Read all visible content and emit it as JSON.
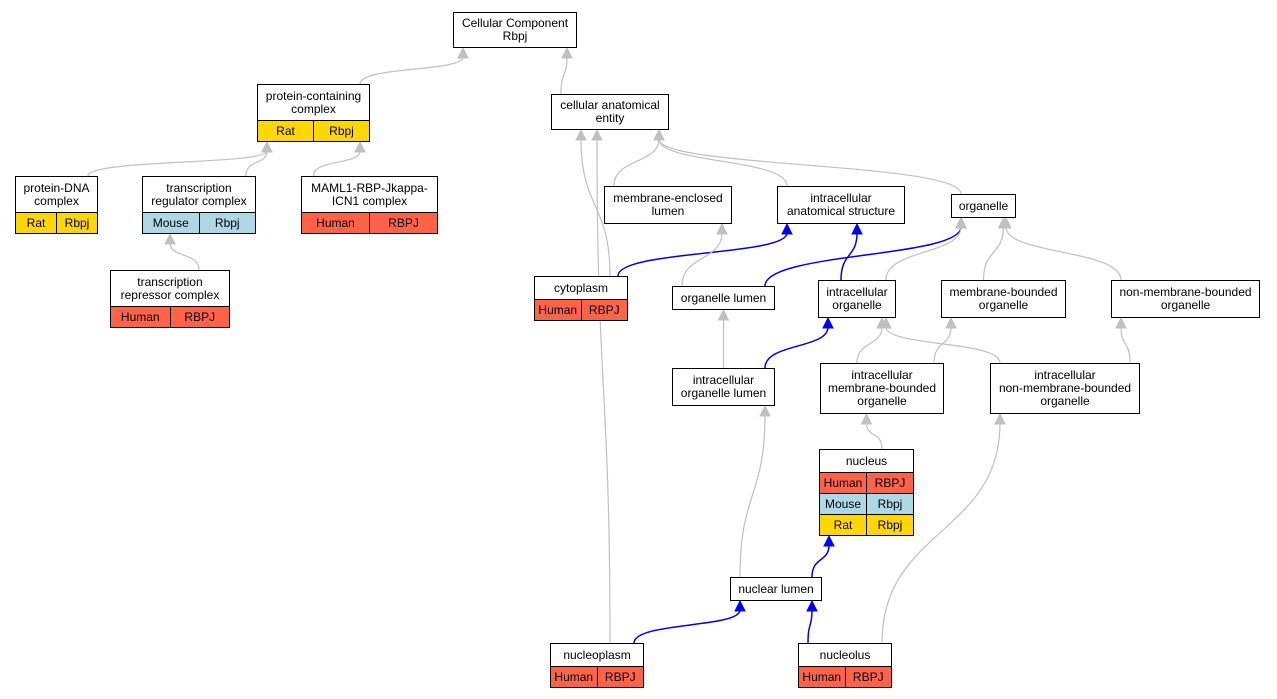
{
  "graph": {
    "root_label": "Cellular Component\nRbpj",
    "nodes": {
      "root": {
        "label": "Cellular Component\nRbpj",
        "orthologs": []
      },
      "pcc": {
        "label": "protein-containing\ncomplex",
        "orthologs": [
          {
            "species": "Rat",
            "gene": "Rbpj"
          }
        ]
      },
      "cae": {
        "label": "cellular anatomical\nentity",
        "orthologs": []
      },
      "pdna": {
        "label": "protein-DNA\ncomplex",
        "orthologs": [
          {
            "species": "Rat",
            "gene": "Rbpj"
          }
        ]
      },
      "trc": {
        "label": "transcription\nregulator complex",
        "orthologs": [
          {
            "species": "Mouse",
            "gene": "Rbpj"
          }
        ]
      },
      "maml": {
        "label": "MAML1-RBP-Jkappa-\nICN1 complex",
        "orthologs": [
          {
            "species": "Human",
            "gene": "RBPJ"
          }
        ]
      },
      "mel": {
        "label": "membrane-enclosed\nlumen",
        "orthologs": []
      },
      "ias": {
        "label": "intracellular\nanatomical structure",
        "orthologs": []
      },
      "org": {
        "label": "organelle",
        "orthologs": []
      },
      "trep": {
        "label": "transcription\nrepressor complex",
        "orthologs": [
          {
            "species": "Human",
            "gene": "RBPJ"
          }
        ]
      },
      "cyto": {
        "label": "cytoplasm",
        "orthologs": [
          {
            "species": "Human",
            "gene": "RBPJ"
          }
        ]
      },
      "orgl": {
        "label": "organelle lumen",
        "orthologs": []
      },
      "iorg": {
        "label": "intracellular\norganelle",
        "orthologs": []
      },
      "mbo": {
        "label": "membrane-bounded\norganelle",
        "orthologs": []
      },
      "nmbo": {
        "label": "non-membrane-bounded\norganelle",
        "orthologs": []
      },
      "iol": {
        "label": "intracellular\norganelle lumen",
        "orthologs": []
      },
      "imbo": {
        "label": "intracellular\nmembrane-bounded\norganelle",
        "orthologs": []
      },
      "inmbo": {
        "label": "intracellular\nnon-membrane-bounded\norganelle",
        "orthologs": []
      },
      "nuc": {
        "label": "nucleus",
        "orthologs": [
          {
            "species": "Human",
            "gene": "RBPJ"
          },
          {
            "species": "Mouse",
            "gene": "Rbpj"
          },
          {
            "species": "Rat",
            "gene": "Rbpj"
          }
        ]
      },
      "nl": {
        "label": "nuclear lumen",
        "orthologs": []
      },
      "np": {
        "label": "nucleoplasm",
        "orthologs": [
          {
            "species": "Human",
            "gene": "RBPJ"
          }
        ]
      },
      "nucl": {
        "label": "nucleolus",
        "orthologs": [
          {
            "species": "Human",
            "gene": "RBPJ"
          }
        ]
      }
    },
    "edges": [
      {
        "from": "pcc",
        "to": "root",
        "type": "is_a"
      },
      {
        "from": "cae",
        "to": "root",
        "type": "is_a"
      },
      {
        "from": "pdna",
        "to": "pcc",
        "type": "is_a"
      },
      {
        "from": "trc",
        "to": "pcc",
        "type": "is_a"
      },
      {
        "from": "maml",
        "to": "pcc",
        "type": "is_a"
      },
      {
        "from": "trep",
        "to": "trc",
        "type": "is_a"
      },
      {
        "from": "mel",
        "to": "cae",
        "type": "is_a"
      },
      {
        "from": "ias",
        "to": "cae",
        "type": "is_a"
      },
      {
        "from": "org",
        "to": "cae",
        "type": "is_a"
      },
      {
        "from": "cyto",
        "to": "cae",
        "type": "is_a"
      },
      {
        "from": "np",
        "to": "cae",
        "type": "is_a"
      },
      {
        "from": "cyto",
        "to": "ias",
        "type": "part_of"
      },
      {
        "from": "orgl",
        "to": "mel",
        "type": "is_a"
      },
      {
        "from": "orgl",
        "to": "org",
        "type": "part_of"
      },
      {
        "from": "iorg",
        "to": "ias",
        "type": "part_of"
      },
      {
        "from": "iorg",
        "to": "org",
        "type": "is_a"
      },
      {
        "from": "mbo",
        "to": "org",
        "type": "is_a"
      },
      {
        "from": "nmbo",
        "to": "org",
        "type": "is_a"
      },
      {
        "from": "iol",
        "to": "orgl",
        "type": "is_a"
      },
      {
        "from": "iol",
        "to": "iorg",
        "type": "part_of"
      },
      {
        "from": "imbo",
        "to": "iorg",
        "type": "is_a"
      },
      {
        "from": "imbo",
        "to": "mbo",
        "type": "is_a"
      },
      {
        "from": "inmbo",
        "to": "iorg",
        "type": "is_a"
      },
      {
        "from": "inmbo",
        "to": "nmbo",
        "type": "is_a"
      },
      {
        "from": "nuc",
        "to": "imbo",
        "type": "is_a"
      },
      {
        "from": "nl",
        "to": "iol",
        "type": "is_a"
      },
      {
        "from": "nl",
        "to": "nuc",
        "type": "part_of"
      },
      {
        "from": "np",
        "to": "nl",
        "type": "part_of"
      },
      {
        "from": "nucl",
        "to": "nl",
        "type": "part_of"
      },
      {
        "from": "nucl",
        "to": "inmbo",
        "type": "is_a"
      }
    ],
    "colors": {
      "is_a_edge": "#c0c0c0",
      "part_of_edge": "#0000ff",
      "Human": "#ff6347",
      "Mouse": "#add8e6",
      "Rat": "#ffd700"
    }
  }
}
